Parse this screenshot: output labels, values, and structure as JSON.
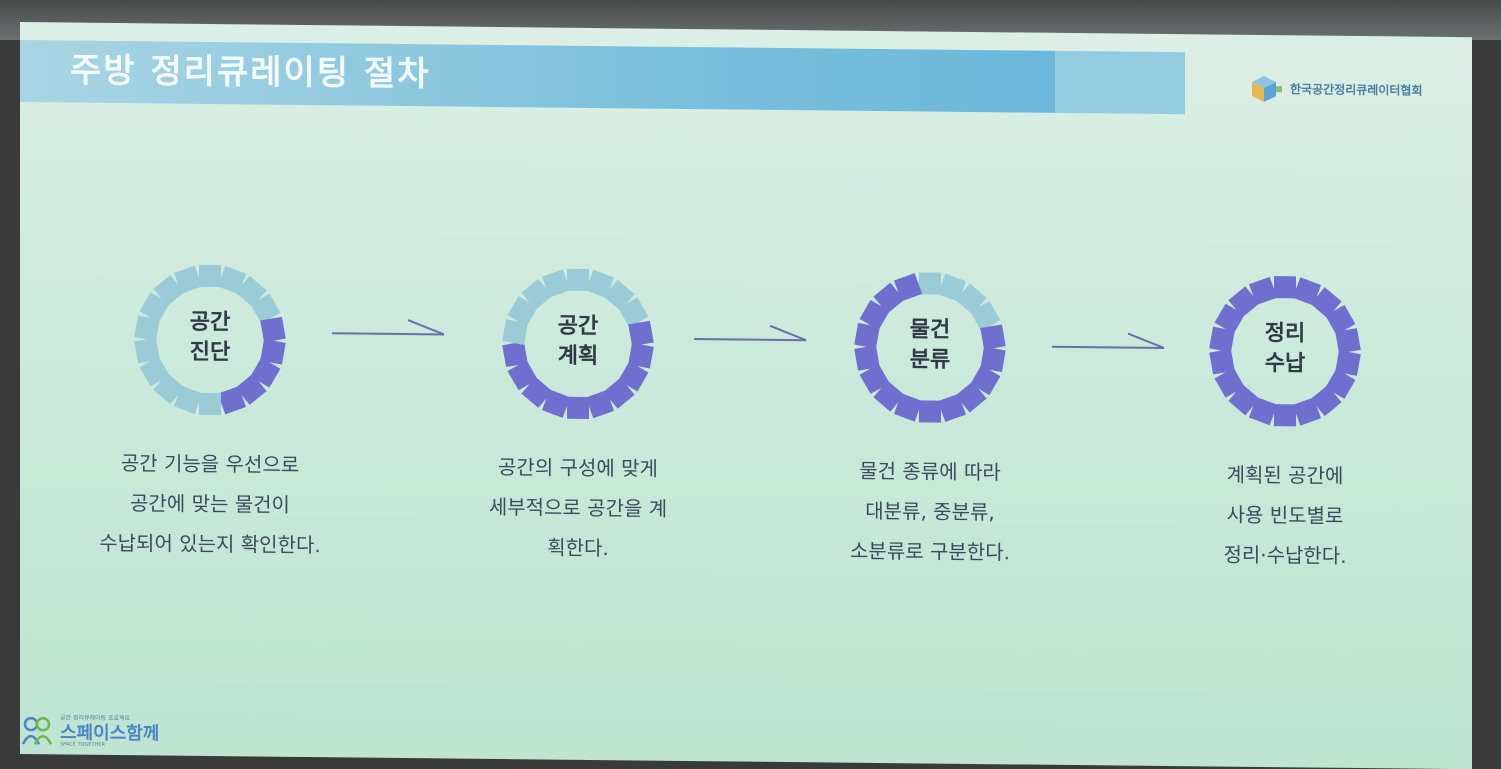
{
  "title": "주방 정리큐레이팅 절차",
  "organization": "한국공간정리큐레이터협회",
  "steps": [
    {
      "label_line1": "공간",
      "label_line2": "진단",
      "desc": [
        "공간 기능을 우선으로",
        "공간에 맞는 물건이",
        "수납되어 있는지 확인한다."
      ],
      "fill_progress": 0.3
    },
    {
      "label_line1": "공간",
      "label_line2": "계획",
      "desc": [
        "공간의 구성에 맞게",
        "세부적으로 공간을 계",
        "획한다."
      ],
      "fill_progress": 0.55
    },
    {
      "label_line1": "물건",
      "label_line2": "분류",
      "desc": [
        "물건 종류에 따라",
        "대분류, 중분류,",
        "소분류로 구분한다."
      ],
      "fill_progress": 0.8
    },
    {
      "label_line1": "정리",
      "label_line2": "수납",
      "desc": [
        "계획된 공간에",
        "사용 빈도별로",
        "정리·수납한다."
      ],
      "fill_progress": 1.0
    }
  ],
  "bottom_logo": {
    "small": "공간 정리큐레이팅 프로젝트",
    "text": "스페이스함께",
    "sub": "SPACE TOGETHER"
  },
  "colors": {
    "title_bar": "#7cc0dc",
    "ring_active": "#6e6fcf",
    "ring_inactive": "#9ccbd8",
    "arrow": "#6a6fa8",
    "text": "#3c4b5c"
  }
}
